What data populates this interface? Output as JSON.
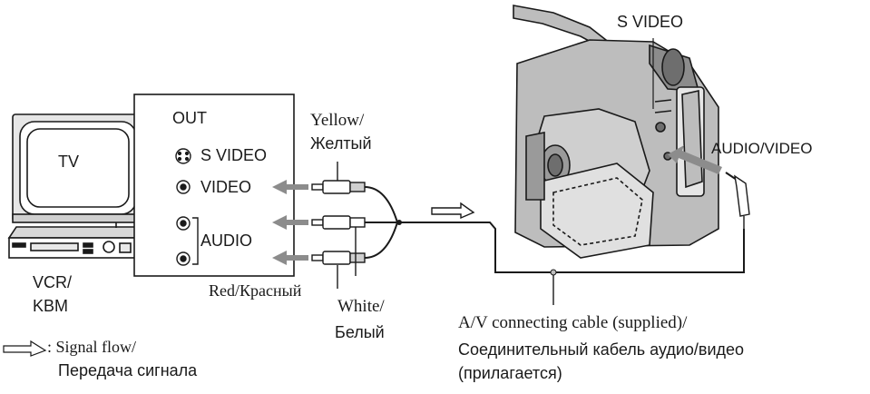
{
  "tv": {
    "screen_label": "TV"
  },
  "vcr": {
    "label_line1": "VCR/",
    "label_line2": "KBM"
  },
  "panel": {
    "out_label": "OUT",
    "svideo_label": "S VIDEO",
    "video_label": "VIDEO",
    "audio_label": "AUDIO"
  },
  "plugs": {
    "yellow_line1": "Yellow/",
    "yellow_line2": "Желтый",
    "red": "Red/Красный",
    "white_line1": "White/",
    "white_line2": "Белый"
  },
  "camcorder": {
    "svideo_label": "S VIDEO",
    "audio_video_label": "AUDIO/VIDEO"
  },
  "cable": {
    "line1": "A/V connecting cable (supplied)/",
    "line2": "Соединительный кабель аудио/видео",
    "line3": "(прилагается)"
  },
  "legend": {
    "line1": ": Signal flow/",
    "line2": "Передача сигнала"
  },
  "colors": {
    "ink": "#1a1a1a",
    "arrow_gray": "#8c8c8c",
    "body_gray": "#bdbdbd"
  }
}
